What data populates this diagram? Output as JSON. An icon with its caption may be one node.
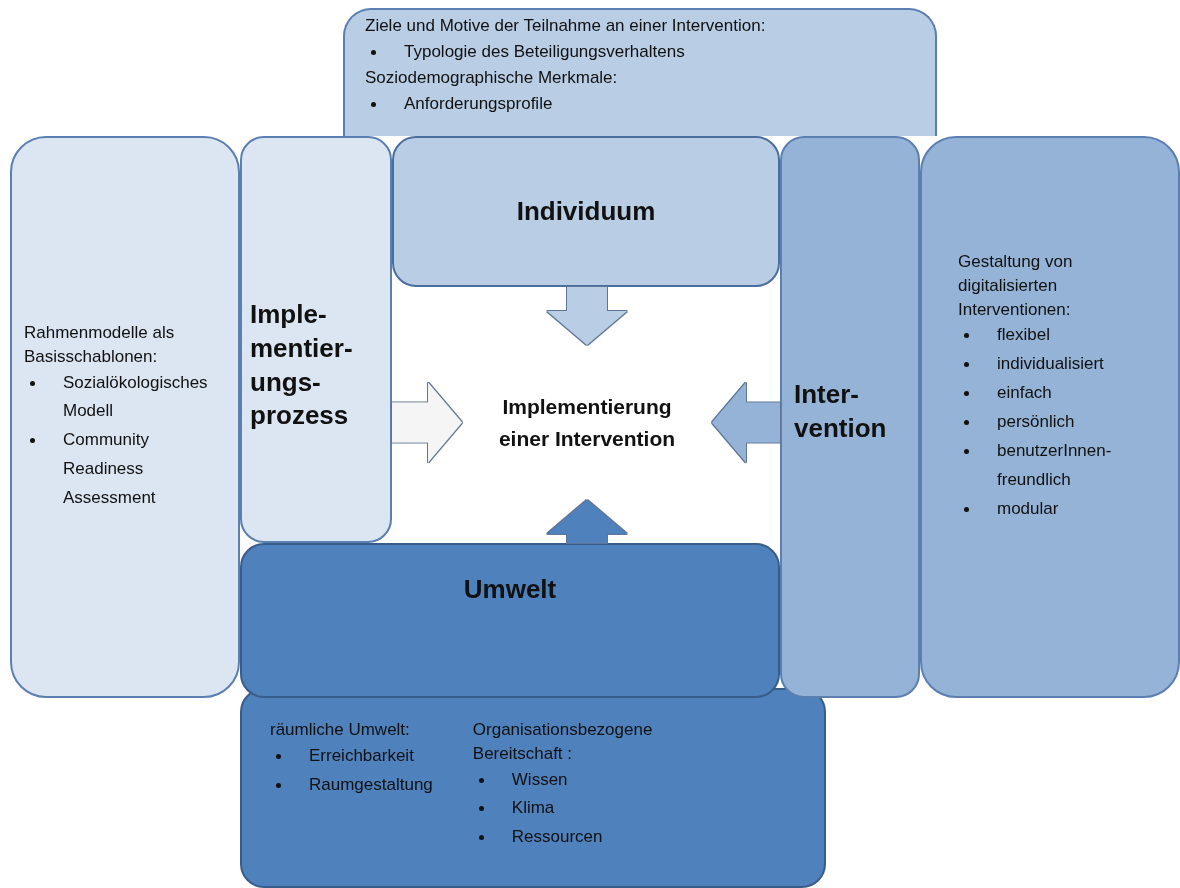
{
  "diagram": {
    "nodes": [
      {
        "text": [
          "Ziele und Motive der Teilnahme an einer Intervention:",
          "Typologie des Beteiligungsverhaltens",
          "Soziodemographische Merkmale:",
          "Anforderungsprofile"
        ]
      },
      {
        "text": [
          "Individuum"
        ]
      },
      {
        "text": [
          "Rahmenmodelle als Basisschablonen:",
          "Sozialökologisches Modell",
          "Community Readiness Assessment"
        ]
      },
      {
        "text": [
          "Imple-mentier-ungs-prozess"
        ]
      },
      {
        "text": [
          "Implementierung einer Intervention"
        ]
      },
      {
        "text": [
          "Inter-vention"
        ]
      },
      {
        "text": [
          "Gestaltung von digitalisierten Interventionen:",
          "flexibel",
          "individualisiert",
          "einfach",
          "persönlich",
          "benutzerInnen-freundlich",
          "modular"
        ]
      },
      {
        "text": [
          "Umwelt"
        ]
      },
      {
        "text": [
          "räumliche Umwelt:",
          "Erreichbarkeit",
          "Raumgestaltung",
          "Organisationsbezogene Bereitschaft :",
          "Wissen",
          "Klima",
          "Ressourcen"
        ]
      }
    ],
    "edges": [
      {
        "from": 1,
        "to": 4,
        "arrow": "to",
        "color": "#b9cde5"
      },
      {
        "from": 3,
        "to": 4,
        "arrow": "to",
        "color": "#f5f5f5"
      },
      {
        "from": 5,
        "to": 4,
        "arrow": "to",
        "color": "#95b3d7"
      },
      {
        "from": 7,
        "to": 4,
        "arrow": "to",
        "color": "#4f81bd"
      }
    ]
  }
}
